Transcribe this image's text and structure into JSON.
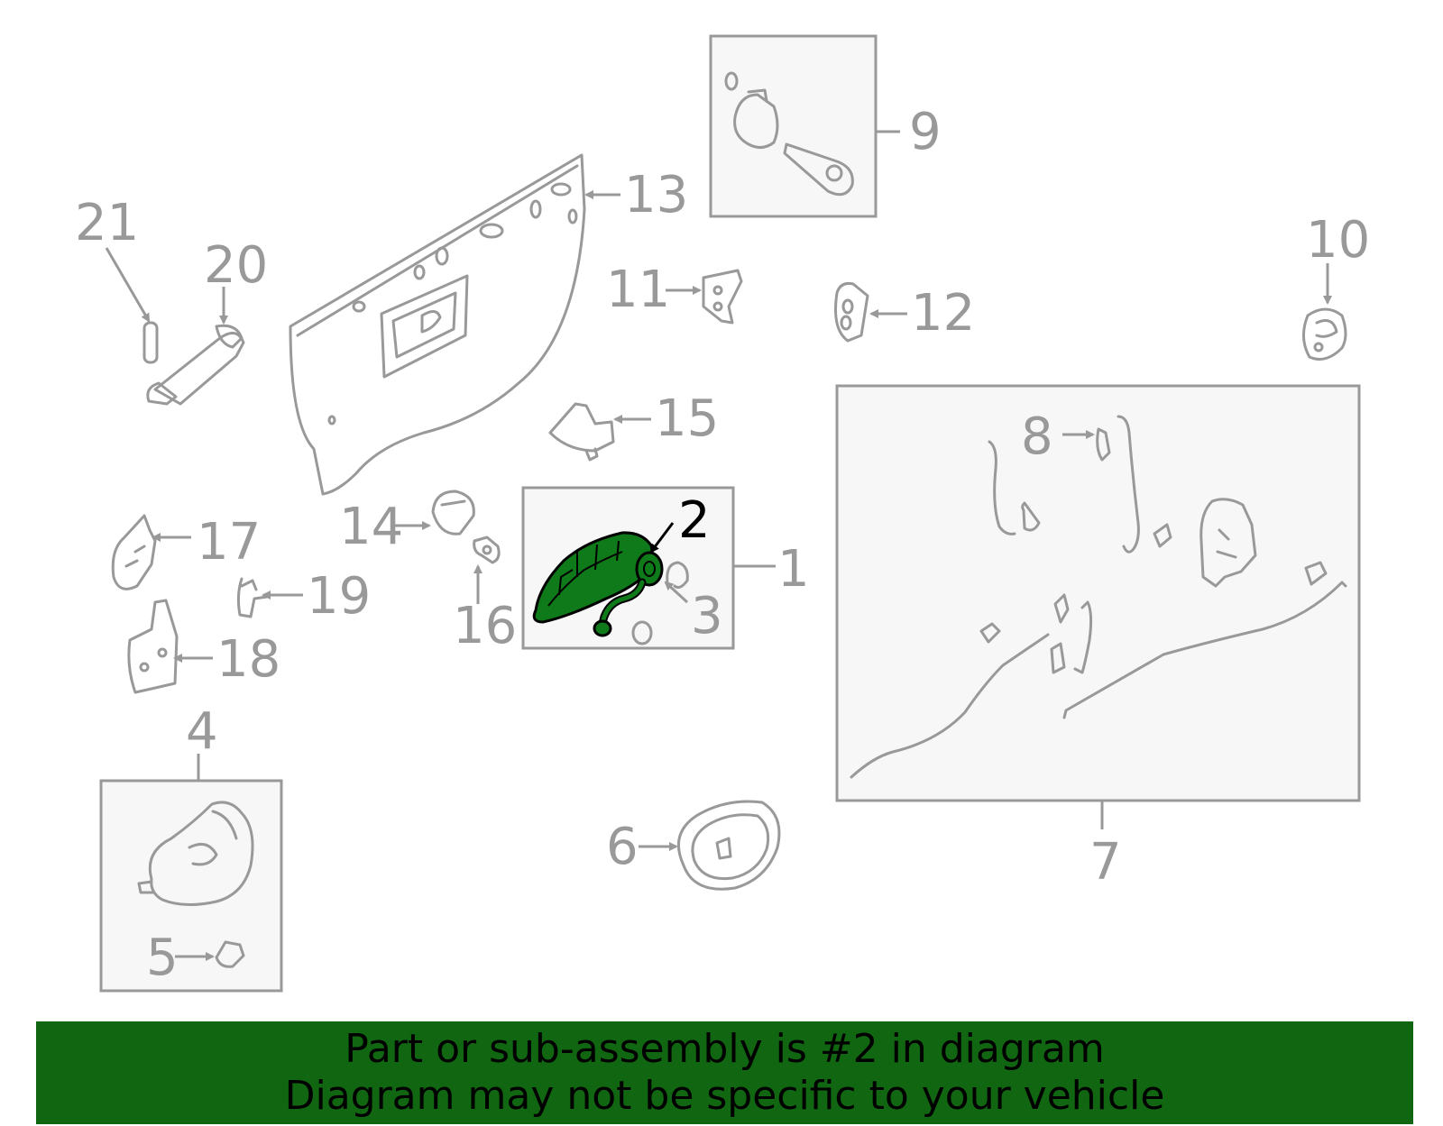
{
  "callouts": {
    "c1": "1",
    "c2": "2",
    "c3": "3",
    "c4": "4",
    "c5": "5",
    "c6": "6",
    "c7": "7",
    "c8": "8",
    "c9": "9",
    "c10": "10",
    "c11": "11",
    "c12": "12",
    "c13": "13",
    "c14": "14",
    "c15": "15",
    "c16": "16",
    "c17": "17",
    "c18": "18",
    "c19": "19",
    "c20": "20",
    "c21": "21"
  },
  "highlighted_part": "2",
  "colors": {
    "line": "#999999",
    "highlight": "#116611",
    "box_fill": "#f7f7f7",
    "banner": "#116611"
  },
  "banner": {
    "line1": "Part or sub-assembly is #2 in diagram",
    "line2": "Diagram may not be specific to your vehicle"
  }
}
